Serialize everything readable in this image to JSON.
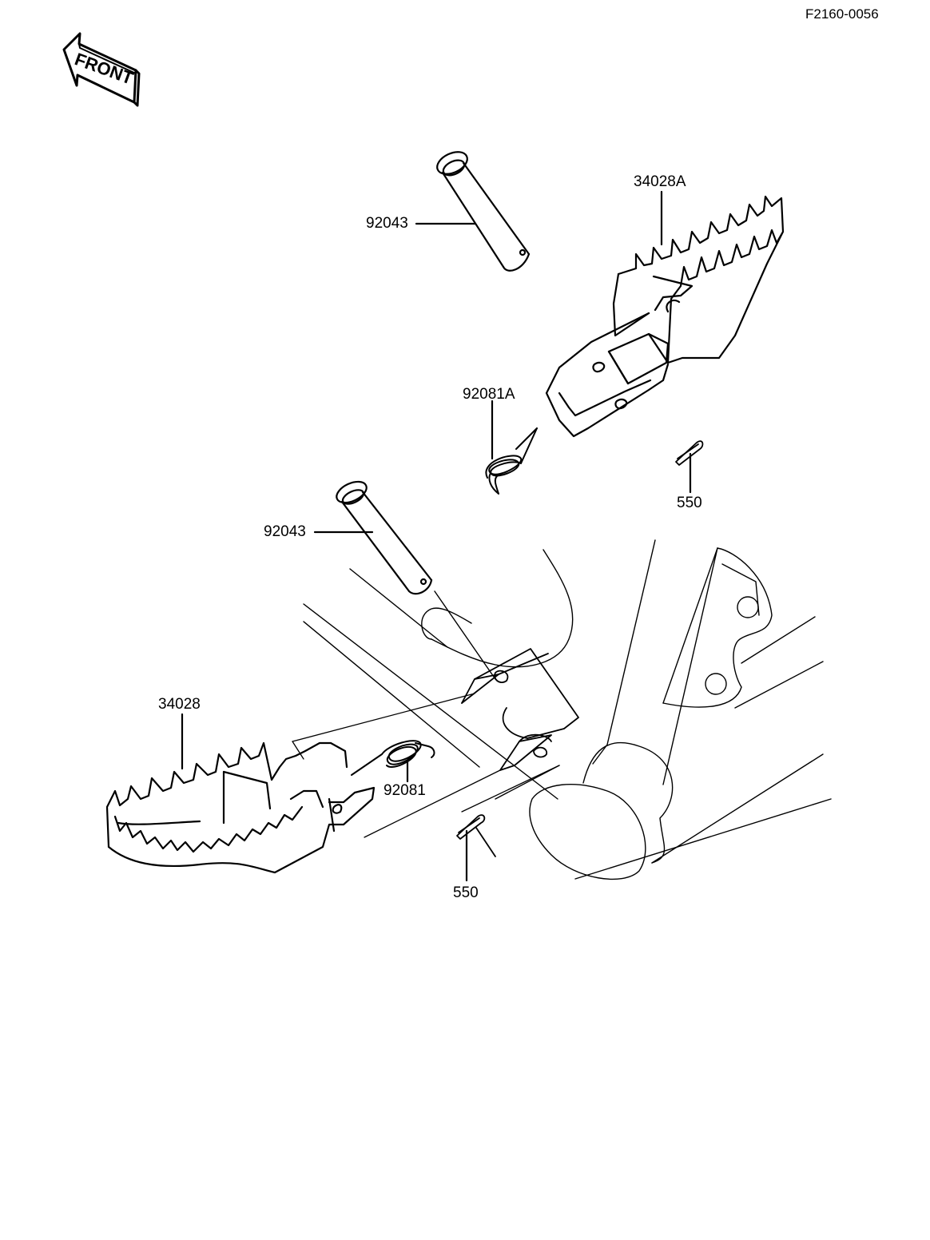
{
  "figure_code": "F2160-0056",
  "front_arrow": {
    "label": "FRONT",
    "icon": "front-arrow-icon"
  },
  "callouts": {
    "pin_upper": "92043",
    "footpeg_right": "34028A",
    "spring_right": "92081A",
    "cotter_pin_upper": "550",
    "pin_lower": "92043",
    "footpeg_left": "34028",
    "spring_left": "92081",
    "cotter_pin_lower": "550"
  }
}
